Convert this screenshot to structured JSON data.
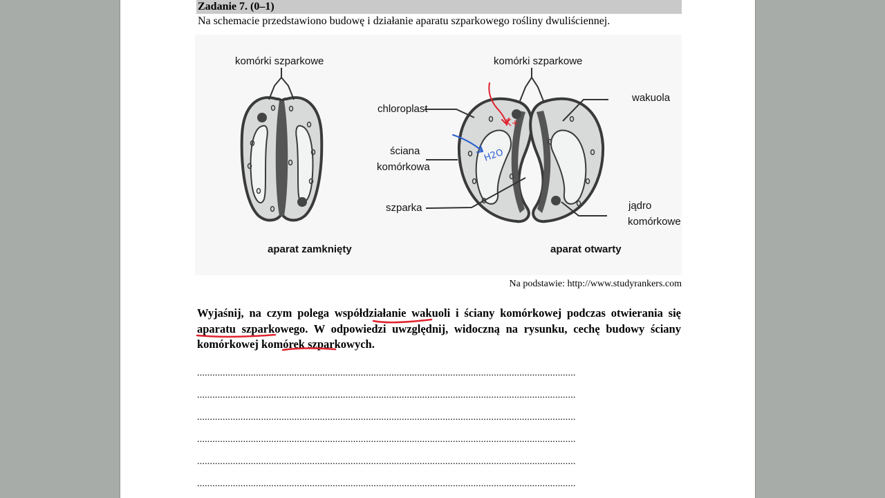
{
  "task": {
    "title": "Zadanie 7. (0–1)",
    "intro": "Na schemacie przedstawiono budowę i działanie aparatu szparkowego rośliny dwuliściennej."
  },
  "figure": {
    "closed": {
      "top_label": "komórki szparkowe",
      "caption": "aparat zamknięty"
    },
    "open": {
      "top_label": "komórki szparkowe",
      "caption": "aparat otwarty",
      "labels": {
        "chloroplast": "chloroplast",
        "wall_line1": "ściana",
        "wall_line2": "komórkowa",
        "stoma": "szparka",
        "vacuole": "wakuola",
        "nucleus_line1": "jądro",
        "nucleus_line2": "komórkowe"
      }
    }
  },
  "source": "Na podstawie: http://www.studyrankers.com",
  "question": "Wyjaśnij, na czym polega współdziałanie wakuoli i ściany komórkowej podczas otwierania się aparatu szparkowego. W odpowiedzi uwzględnij, widoczną na rysunku, cechę budowy ściany komórkowej komórek szparkowych.",
  "answer_lines": [
    "....................................................................................................................................................",
    "....................................................................................................................................................",
    "....................................................................................................................................................",
    "....................................................................................................................................................",
    "....................................................................................................................................................",
    "...................................................................................................................................................."
  ],
  "annotations": {
    "ink_red": "#e0222e",
    "ink_blue": "#2a5fd0",
    "k_plus": "K+",
    "h2o": "H2O"
  },
  "colors": {
    "cell_fill": "#d8dada",
    "cell_wall": "#3a3a3a",
    "vacuole_fill": "#f2f3f3",
    "task_bar": "#c9c9c9"
  }
}
